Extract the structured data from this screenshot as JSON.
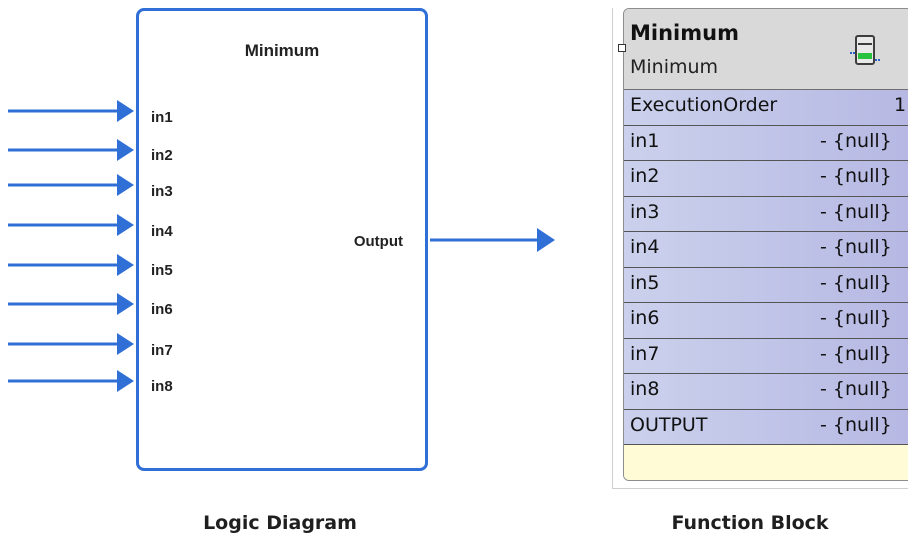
{
  "logic_diagram": {
    "title": "Minimum",
    "inputs": [
      "in1",
      "in2",
      "in3",
      "in4",
      "in5",
      "in6",
      "in7",
      "in8"
    ],
    "output": "Output",
    "caption": "Logic Diagram",
    "line_color": "#2f6fd6"
  },
  "function_block": {
    "title": "Minimum",
    "subtitle": "Minimum",
    "icon": "block-icon",
    "rows": [
      {
        "label": "ExecutionOrder",
        "value": "1"
      },
      {
        "label": "in1",
        "value": "- {null}"
      },
      {
        "label": "in2",
        "value": "- {null}"
      },
      {
        "label": "in3",
        "value": "- {null}"
      },
      {
        "label": "in4",
        "value": "- {null}"
      },
      {
        "label": "in5",
        "value": "- {null}"
      },
      {
        "label": "in6",
        "value": "- {null}"
      },
      {
        "label": "in7",
        "value": "- {null}"
      },
      {
        "label": "in8",
        "value": "- {null}"
      },
      {
        "label": "OUTPUT",
        "value": "- {null}"
      }
    ],
    "caption": "Function Block"
  }
}
